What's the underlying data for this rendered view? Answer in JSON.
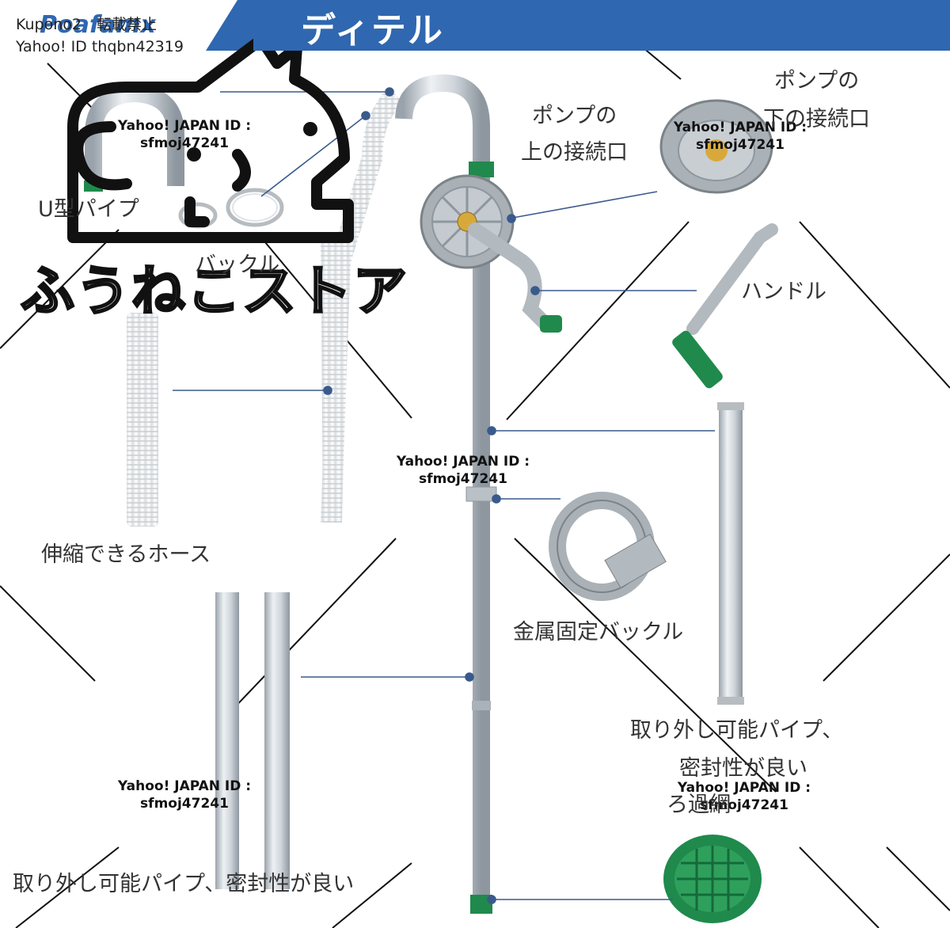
{
  "header": {
    "title": "ディテル",
    "brand": "Poafamx",
    "color": "#2f67b1"
  },
  "watermark": {
    "line1": "Kupono2　転載禁止",
    "line2": "Yahoo! ID thqbn42319",
    "store": "ふうねこストア",
    "ids": [
      {
        "line1": "Yahoo! JAPAN ID :",
        "line2": "sfmoj47241"
      },
      {
        "line1": "Yahoo! JAPAN ID :",
        "line2": "sfmoj47241"
      },
      {
        "line1": "Yahoo! JAPAN ID :",
        "line2": "sfmoj47241"
      },
      {
        "line1": "Yahoo! JAPAN ID :",
        "line2": "sfmoj47241"
      },
      {
        "line1": "Yahoo! JAPAN ID :",
        "line2": "sfmoj47241"
      }
    ]
  },
  "labels": {
    "upper_connector_line1": "ポンプの",
    "upper_connector_line2": "上の接続口",
    "lower_connector_line1": "ポンプの",
    "lower_connector_line2": "下の接続口",
    "u_pipe": "U型パイプ",
    "buckle": "バックル",
    "handle": "ハンドル",
    "hose": "伸縮できるホース",
    "metal_buckle": "金属固定バックル",
    "removable_pipe_right_line1": "取り外し可能パイプ、",
    "removable_pipe_right_line2": "密封性が良い",
    "filter": "ろ過網",
    "removable_pipe_bottom": "取り外し可能パイプ、密封性が良い"
  },
  "icons": {
    "mascot": "cat-mascot-icon",
    "pump": "rotary-pump-icon",
    "handle": "crank-handle-icon",
    "clamp": "clamp-ring-icon",
    "filter": "filter-mesh-icon"
  }
}
